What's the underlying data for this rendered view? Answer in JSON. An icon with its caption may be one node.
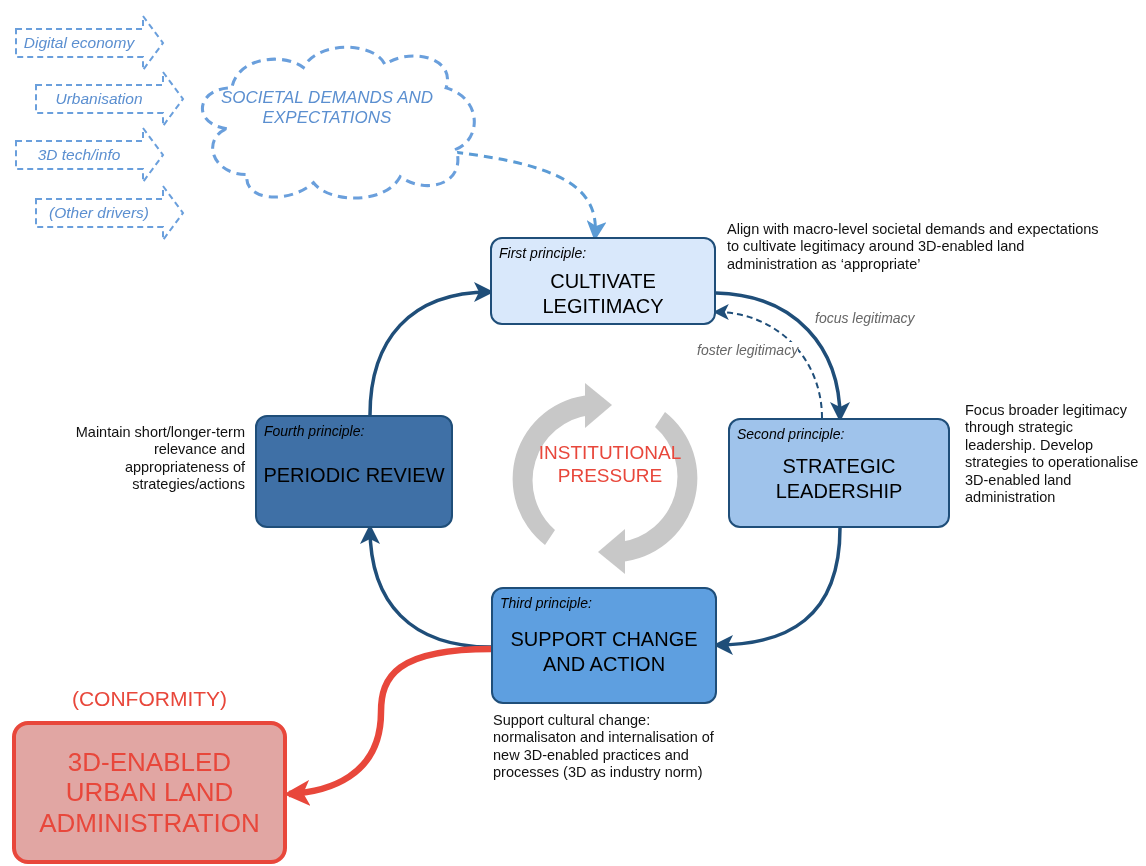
{
  "diagram": {
    "nodes": [
      {
        "text": [
          "Digital economy"
        ]
      },
      {
        "text": [
          "Urbanisation"
        ]
      },
      {
        "text": [
          "3D tech/info"
        ]
      },
      {
        "text": [
          "(Other drivers)"
        ]
      },
      {
        "text": [
          "SOCIETAL DEMANDS AND EXPECTATIONS"
        ]
      },
      {
        "text": [
          "First principle:",
          "CULTIVATE LEGITIMACY"
        ],
        "beside": [
          "Align with macro-level societal demands and expectations to cultivate legitimacy around 3D-enabled land administration as ‘appropriate’"
        ]
      },
      {
        "text": [
          "Second principle:",
          "STRATEGIC LEADERSHIP"
        ],
        "beside": [
          "Focus broader legitimacy through strategic leadership. Develop strategies to operationalise 3D-enabled land administration"
        ]
      },
      {
        "text": [
          "Third principle:",
          "SUPPORT CHANGE AND ACTION"
        ],
        "beside": [
          "Support cultural change: normalisaton and internalisation of new 3D-enabled practices and processes (3D as industry norm)"
        ]
      },
      {
        "text": [
          "Fourth principle:",
          "PERIODIC REVIEW"
        ],
        "beside": [
          "Maintain short/longer-term relevance and appropriateness of strategies/actions"
        ]
      },
      {
        "text": [
          "(CONFORMITY)",
          "3D-ENABLED URBAN LAND ADMINISTRATION"
        ]
      }
    ],
    "edges": [
      {
        "from": 4,
        "to": 5,
        "arrow": "to",
        "style": "dashed",
        "color": "#5b9bd5"
      },
      {
        "from": 5,
        "to": 6,
        "arrow": "to",
        "label": "focus legitimacy"
      },
      {
        "from": 6,
        "to": 5,
        "arrow": "to",
        "style": "dashed",
        "label": "foster legitimacy"
      },
      {
        "from": 6,
        "to": 7,
        "arrow": "to"
      },
      {
        "from": 7,
        "to": 8,
        "arrow": "to"
      },
      {
        "from": 8,
        "to": 5,
        "arrow": "to"
      },
      {
        "from": 7,
        "to": 9,
        "arrow": "to",
        "style": "thick",
        "color": "#e8473b"
      }
    ],
    "labels": [
      "INSTITUTIONAL PRESSURE"
    ]
  }
}
